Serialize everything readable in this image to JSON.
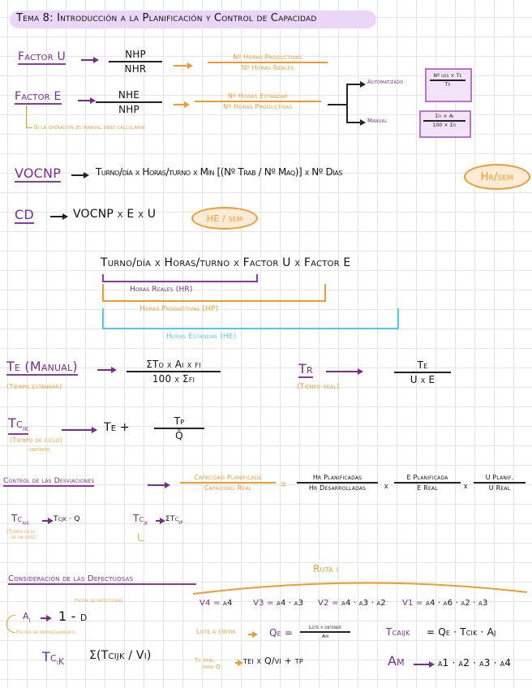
{
  "title": "Tema 8: Introducción a la Planificación y Control de Capacidad",
  "factor_u": {
    "label": "Factor U",
    "numerator": "NHP",
    "denominator": "NHR",
    "desc_num": "Nº Horas Productivas",
    "desc_den": "Nº Horas Reales"
  },
  "factor_e": {
    "label": "Factor E",
    "numerator": "NHE",
    "denominator": "NHP",
    "desc_num": "Nº Horas Estandar",
    "desc_den": "Nº Horas Productivas",
    "note": "Si la operación es manual debe calcularse",
    "branches": [
      {
        "label": "Automatizado",
        "numerator": "Nº uds × Te",
        "denominator": "Tp"
      },
      {
        "label": "Manual",
        "numerator": "Σfi × Ai",
        "denominator": "100 × Σfi"
      }
    ]
  },
  "vocnp": {
    "label": "VOCNP",
    "formula": "Turno/día x Horas/turno x Mín [(Nº Trab / Nº Maq)] x Nº Días",
    "unit": "Hr/sem"
  },
  "cd": {
    "label": "CD",
    "formula": "VOCNP x E x U",
    "unit": "HE / sem"
  },
  "breakdown": {
    "formula": "Turno/día x Horas/turno x Factor U x Factor E",
    "reales": "Horas Reales (HR)",
    "productivas": "Horas Productivas (HP)",
    "estandar": "Horas Estandar (HE)"
  },
  "te": {
    "label": "Te (Manual)",
    "sub": "(Tiempo estandar)",
    "numerator": "ΣTo x Ai x fi",
    "denominator": "100 x Σfi"
  },
  "tr": {
    "label": "Tr",
    "sub": "(Tiempo real)",
    "numerator": "Te",
    "denominator": "U x E"
  },
  "tc": {
    "label": "Tc",
    "label_sub": "ik",
    "sub1": "(Tiempo de ciclo)",
    "sub2": "unitario",
    "prefix": "Te +",
    "numerator": "Tp",
    "denominator": "Q̄"
  },
  "control": {
    "label": "Control de las Desviaciones",
    "lhs_num": "Capacidad Planificada",
    "lhs_den": "Capacidad Real",
    "eq": "=",
    "f1_num": "Hr Planificadas",
    "f1_den": "Hr Desarrolladas",
    "f2_num": "E Planificada",
    "f2_den": "E Real",
    "f3_num": "U Planif.",
    "f3_den": "U Real",
    "times": "x"
  },
  "tc_lote": {
    "label": "Tc",
    "label_sub": "aik",
    "formula": "Tcjk · Q",
    "note1": "(Tiempo ciclo",
    "note2": "de un lote)"
  },
  "tc_jk": {
    "label": "Tc",
    "label_sub": "jk",
    "formula": "ΣTc",
    "formula_sub": "ijk"
  },
  "defectuosos": {
    "label": "Consideración de las Defectuosas",
    "ai": "a",
    "ai_sub": "i",
    "ai_formula": "1 - d",
    "d_note": "Factor de defectuosas",
    "a_note": "Factor de aprovechamiento",
    "tc_label": "Tc",
    "tc_sub": "iK",
    "tc_formula": "Σ(Tcijk / Vi)"
  },
  "ruta": {
    "label": "Ruta i",
    "items": [
      {
        "v": "V4",
        "eq": "=",
        "expr": "a4"
      },
      {
        "v": "V3",
        "eq": "=",
        "expr": "a4 · a3"
      },
      {
        "v": "V2",
        "eq": "=",
        "expr": "a4 · a3 · a2"
      },
      {
        "v": "V1",
        "eq": "=",
        "expr": "a4 · a6 · a2 · a3"
      }
    ]
  },
  "lote": {
    "label": "Lote a emitir",
    "qe": "Qe =",
    "num": "Lote a obtener",
    "den": "Am",
    "tc_real_1": "Tc real",
    "tc_real_2": "para Q",
    "tc_real_formula": "tei x Q/vi + tp",
    "tcaijk_label": "Tcaijk",
    "tcaijk_formula": "= Qe · Tcik · Aj",
    "am_label": "Am",
    "am_formula": "a1 · a2 · a3 · a4"
  }
}
